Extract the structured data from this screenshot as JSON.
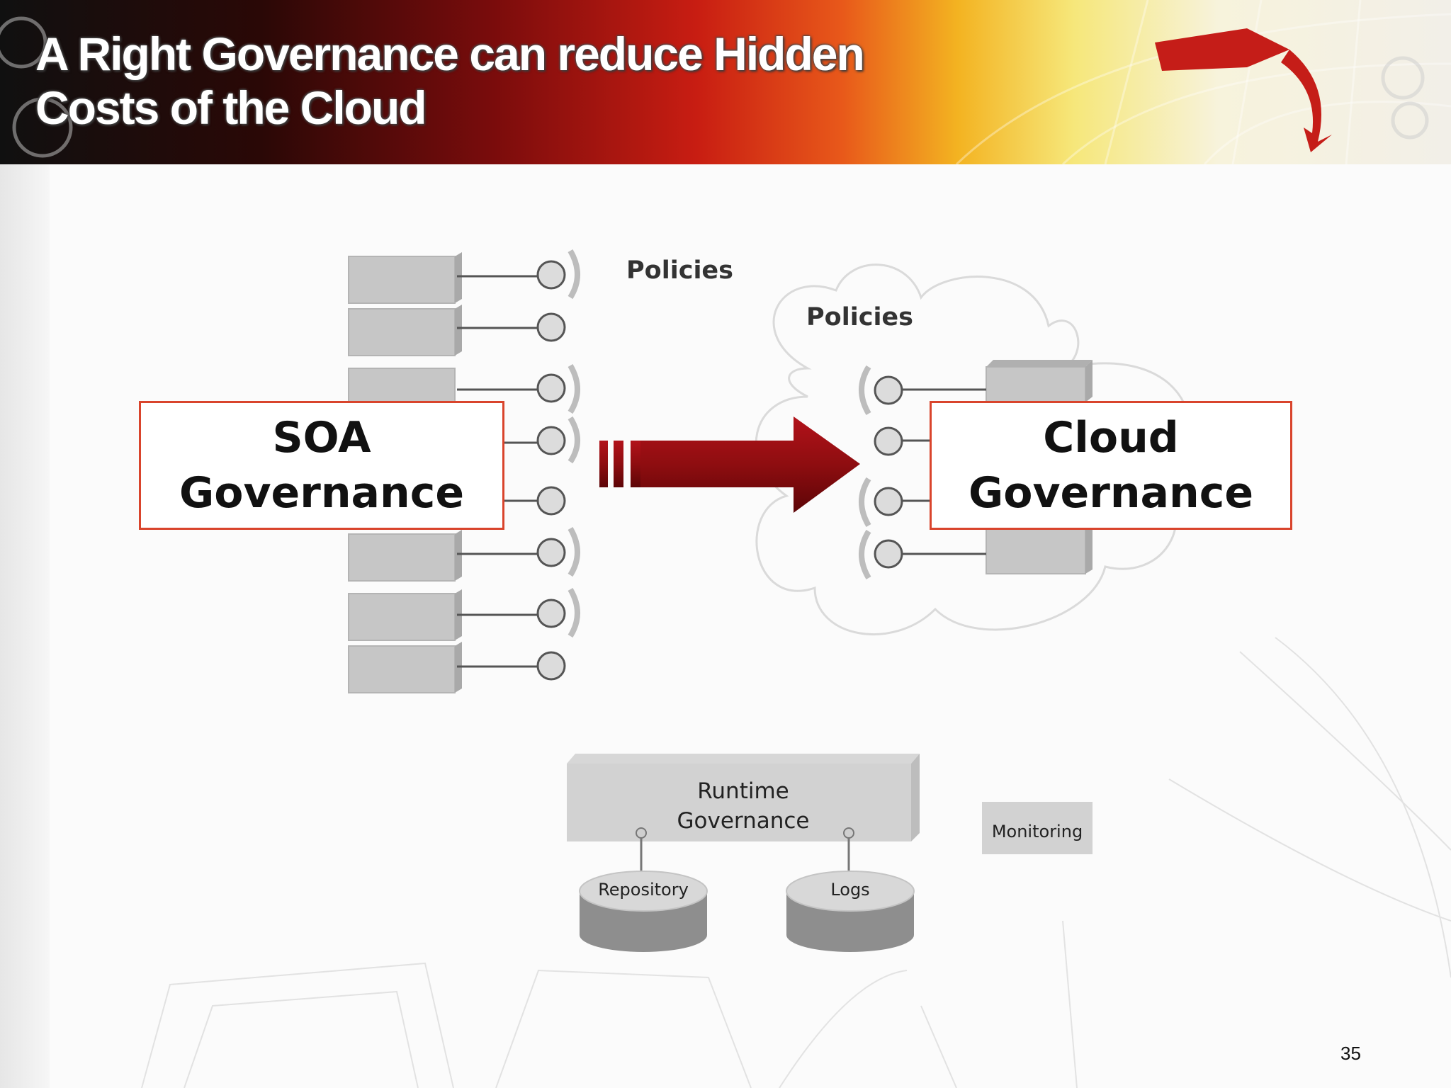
{
  "header": {
    "title": "A Right Governance can reduce Hidden\nCosts of the Cloud"
  },
  "diagram": {
    "policies_left": "Policies",
    "policies_right": "Policies",
    "soa_box": "SOA\nGovernance",
    "cloud_box": "Cloud\nGovernance",
    "runtime": "Runtime\nGovernance",
    "repository": "Repository",
    "logs": "Logs",
    "monitoring": "Monitoring",
    "arrow_color": "#8e0d10",
    "box_border_color": "#d9442c"
  },
  "footer": {
    "page_number": "35"
  }
}
